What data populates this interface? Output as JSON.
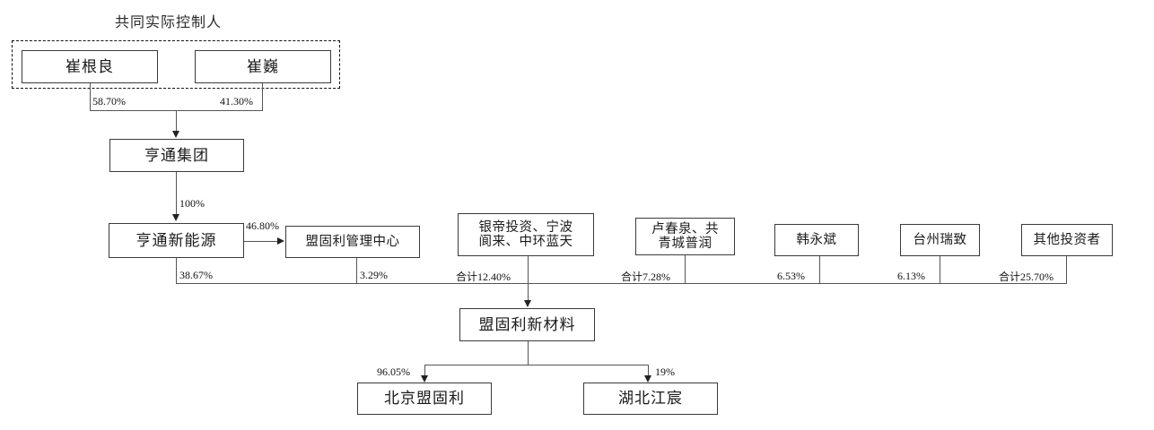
{
  "diagram": {
    "title": "共同实际控制人",
    "controller_group": {
      "members": [
        {
          "name": "崔根良",
          "stake": "58.70%"
        },
        {
          "name": "崔巍",
          "stake": "41.30%"
        }
      ]
    },
    "entities": {
      "hengtong_group": "亨通集团",
      "hengtong_new_energy": "亨通新能源",
      "mgl_management_center": "盟固利管理中心",
      "mgl_new_materials": "盟固利新材料",
      "beijing_mgl": "北京盟固利",
      "hubei_jiangchen": "湖北江宸"
    },
    "flows": {
      "group_to_new_energy": "100%",
      "new_energy_to_management_center": "46.80%",
      "new_energy_to_target": "38.67%",
      "management_center_to_target": "3.29%",
      "target_to_beijing_mgl": "96.05%",
      "target_to_hubei_jiangchen": "19%"
    },
    "shareholders": [
      {
        "name": "银帝投资、宁波\n阆来、中环蓝天",
        "stake": "合计12.40%"
      },
      {
        "name": "卢春泉、共\n青城普润",
        "stake": "合计7.28%"
      },
      {
        "name": "韩永斌",
        "stake": "6.53%"
      },
      {
        "name": "台州瑞致",
        "stake": "6.13%"
      },
      {
        "name": "其他投资者",
        "stake": "合计25.70%"
      }
    ]
  }
}
